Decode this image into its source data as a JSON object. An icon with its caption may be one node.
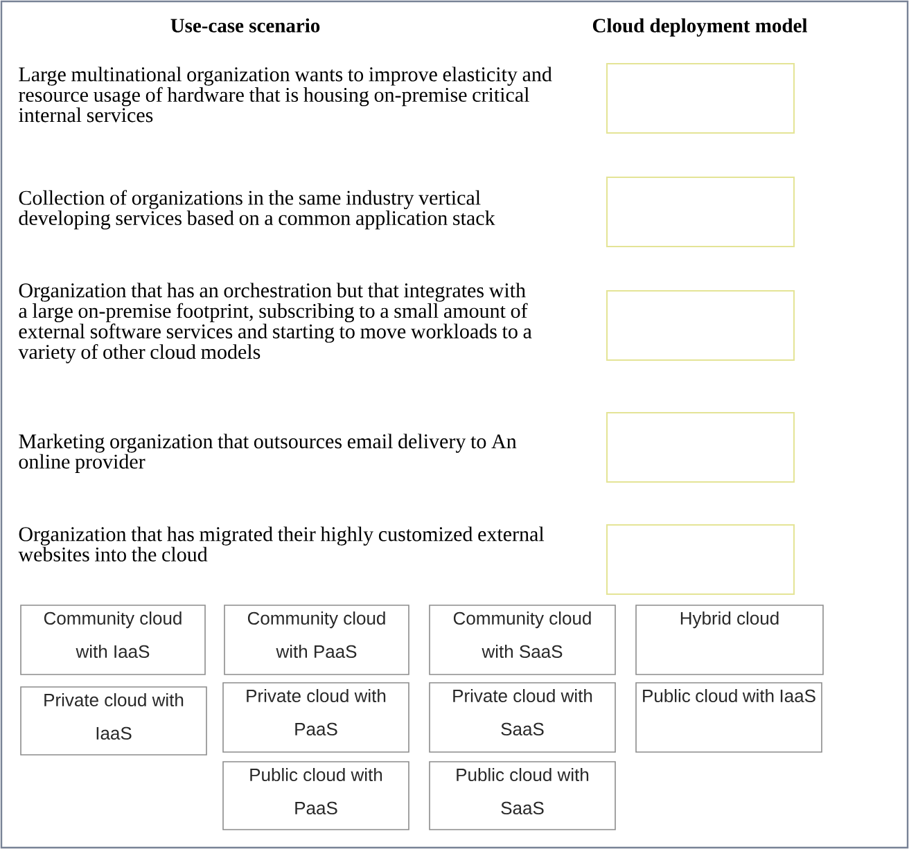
{
  "diagram": {
    "nodes": [
      {
        "text": [],
        "shape": "box"
      },
      {
        "text": [],
        "shape": "box"
      },
      {
        "text": [],
        "shape": "box"
      },
      {
        "text": [],
        "shape": "box"
      },
      {
        "text": [],
        "shape": "box"
      },
      {
        "text": [
          "Community cloud with IaaS"
        ]
      },
      {
        "text": [
          "Community cloud with PaaS"
        ]
      },
      {
        "text": [
          "Community cloud with SaaS"
        ]
      },
      {
        "text": [
          "Hybrid cloud"
        ]
      },
      {
        "text": [
          "Private cloud with IaaS"
        ]
      },
      {
        "text": [
          "Private cloud with PaaS"
        ]
      },
      {
        "text": [
          "Private cloud with SaaS"
        ]
      },
      {
        "text": [
          "Public cloud with IaaS"
        ]
      },
      {
        "text": [
          "Public cloud with PaaS"
        ]
      },
      {
        "text": [
          "Public cloud with SaaS"
        ]
      }
    ],
    "labels": [
      "Use-case scenario",
      "Cloud deployment model",
      "Large multinational organization wants to improve elasticity and resource usage of hardware that is housing on-premise critical internal services",
      "Collection of organizations in the same industry vertical developing services based on a common application stack",
      "Organization that has an orchestration but that integrates with a large on-premise footprint, subscribing to a small amount of external software services and starting to move workloads to a variety of other cloud models",
      "Marketing organization that outsources email delivery to An online provider",
      "Organization that has migrated their highly customized external websites into the cloud"
    ]
  }
}
